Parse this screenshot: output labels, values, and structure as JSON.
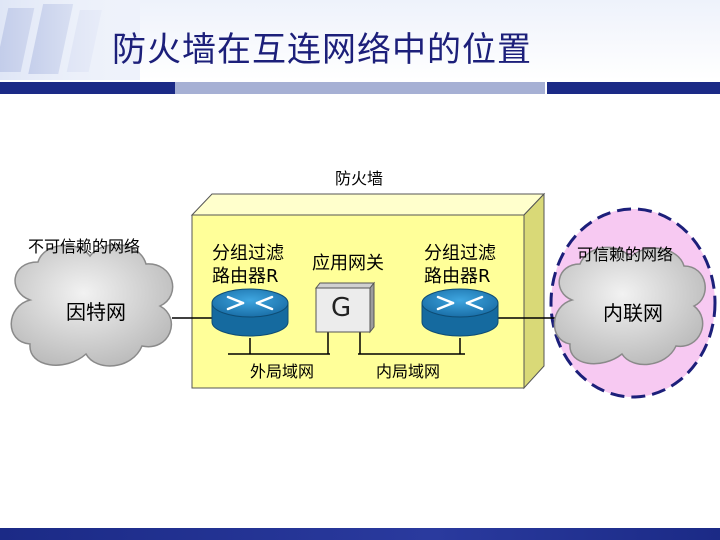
{
  "slide": {
    "title": "防火墙在互连网络中的位置"
  },
  "diagram": {
    "firewall_label": "防火墙",
    "untrusted": {
      "caption": "不可信赖的网络",
      "cloud_label": "因特网"
    },
    "trusted": {
      "caption": "可信赖的网络",
      "cloud_label": "内联网"
    },
    "router_left": {
      "line1": "分组过滤",
      "line2": "路由器R"
    },
    "router_right": {
      "line1": "分组过滤",
      "line2": "路由器R"
    },
    "gateway": {
      "label": "应用网关",
      "box_text": "G"
    },
    "outer_lan": "外局域网",
    "inner_lan": "内局域网"
  },
  "colors": {
    "title": "#1c1f7a",
    "bar_dark": "#1b2a86",
    "bar_light": "#a6b0d4",
    "firewall_fill": "#ffff99",
    "firewall_side": "#d9d977",
    "cloud": "#c8c8c8",
    "trusted_circle": "#f7c9f2",
    "router_blue": "#1f86c9"
  }
}
